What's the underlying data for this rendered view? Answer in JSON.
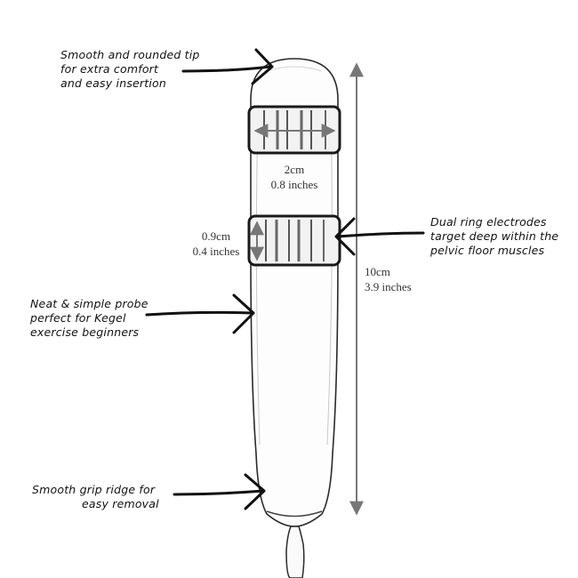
{
  "callouts": {
    "tip": [
      "Smooth and rounded tip",
      "for extra comfort",
      "and easy insertion"
    ],
    "electrodes": [
      "Dual ring electrodes",
      "target deep within the",
      "pelvic floor muscles"
    ],
    "probe": [
      "Neat & simple probe",
      "perfect for Kegel",
      "exercise beginners"
    ],
    "grip": [
      "Smooth grip ridge for",
      "easy removal"
    ]
  },
  "dimensions": {
    "ring_width": [
      "2cm",
      "0.8 inches"
    ],
    "ring_height": [
      "0.9cm",
      "0.4 inches"
    ],
    "length": [
      "10cm",
      "3.9 inches"
    ]
  },
  "colors": {
    "outline": "#2a2a2a",
    "ring": "#1a1a1a",
    "dimension_arrow": "#777777",
    "callout_arrow": "#111111"
  },
  "icons": {
    "probe": "kegel-probe-sketch-icon",
    "callout_arrow": "curved-arrow-icon",
    "dimension_arrow": "double-headed-arrow-icon"
  }
}
